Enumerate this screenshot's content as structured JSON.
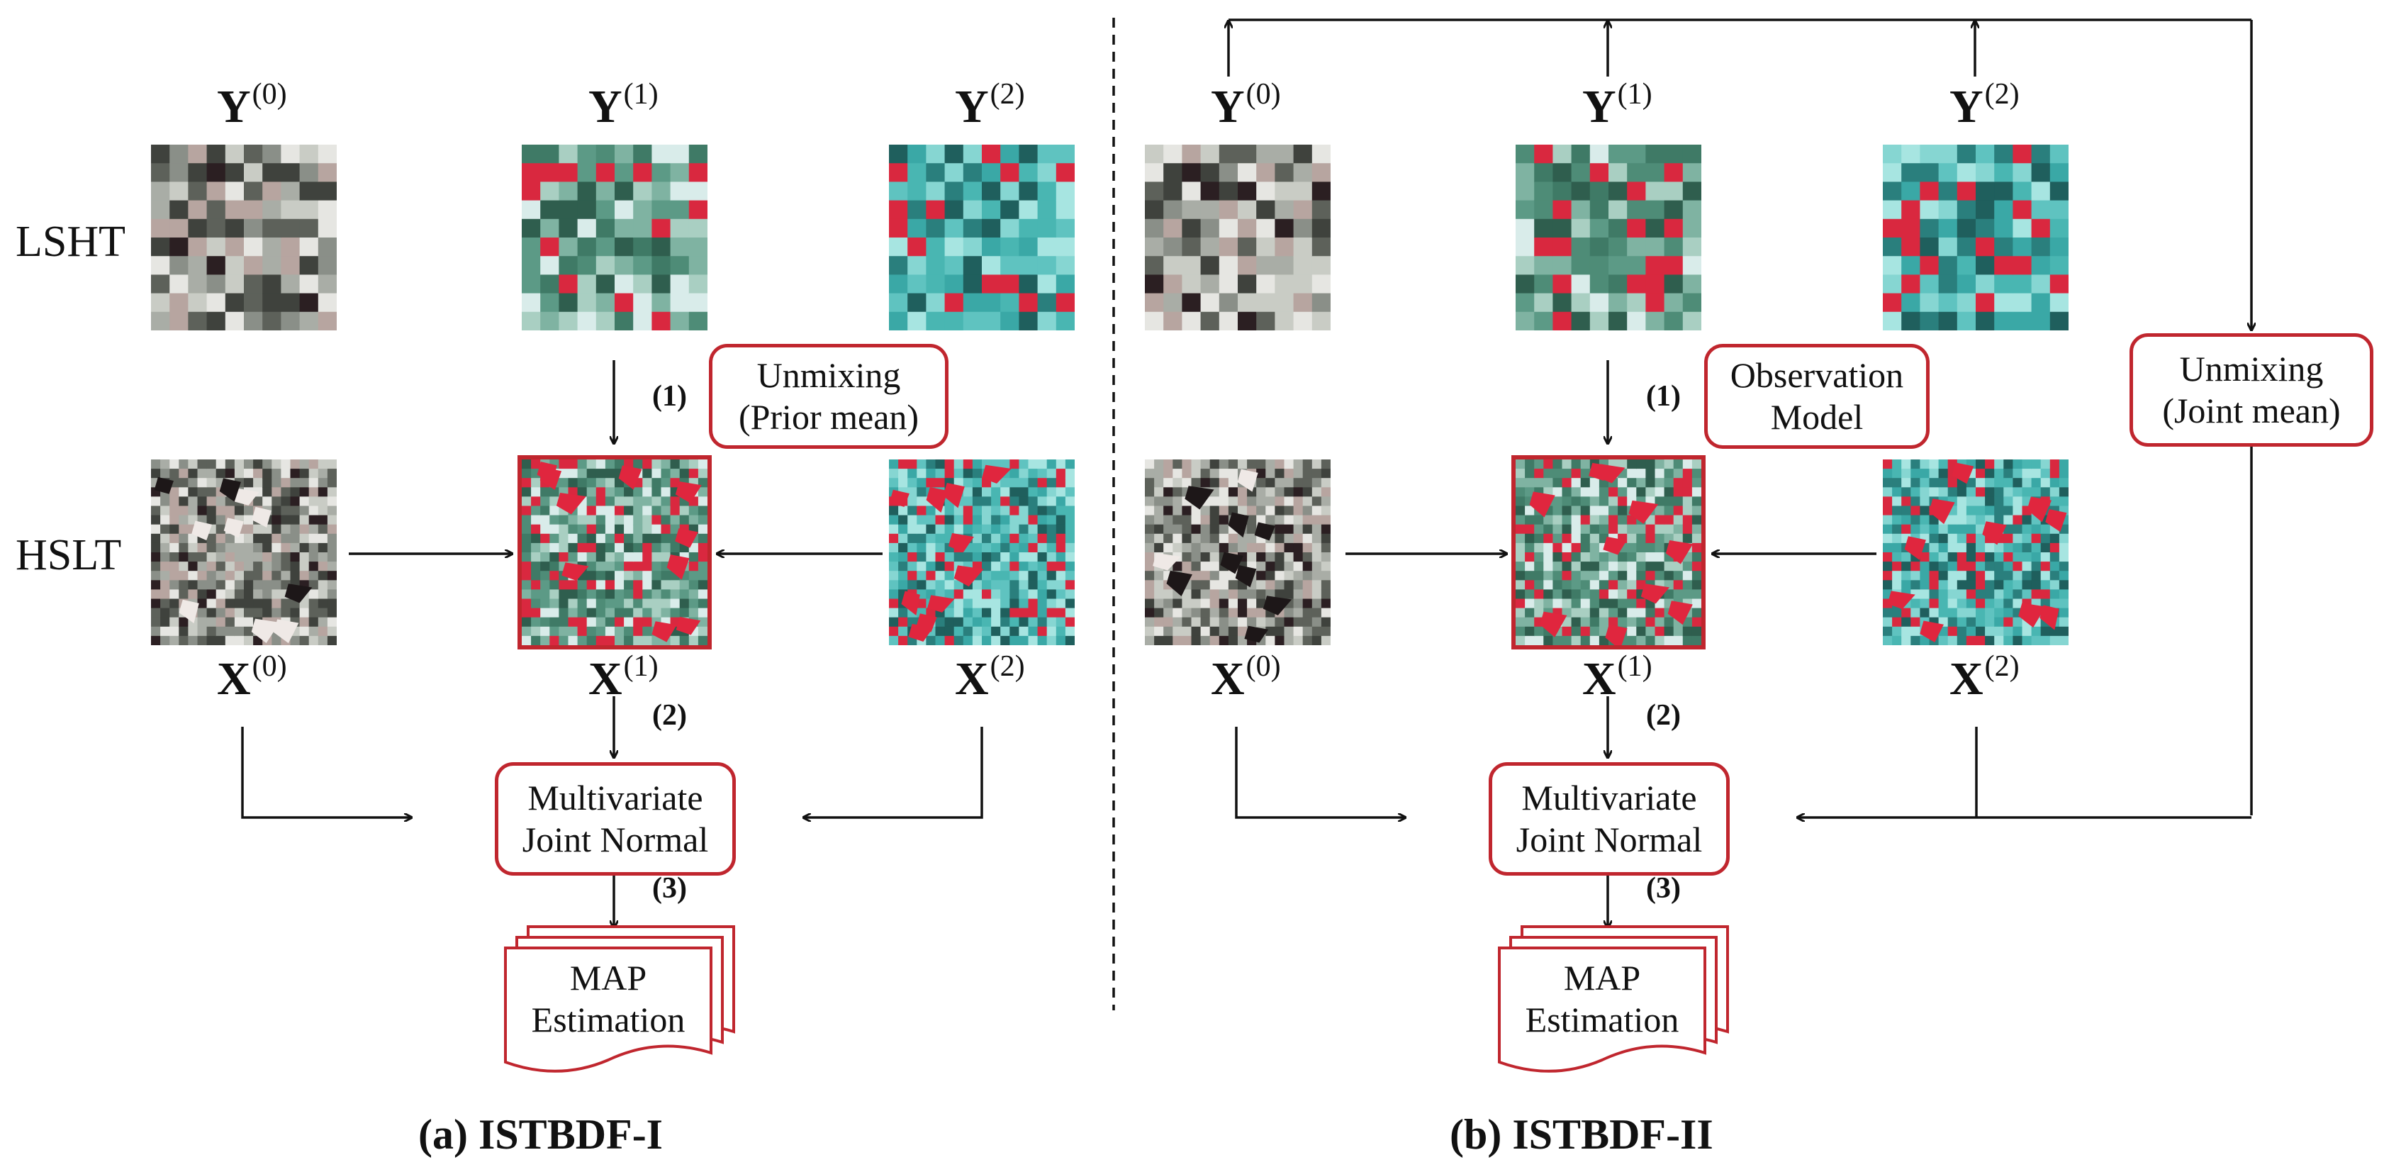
{
  "panels": [
    {
      "caption": "(a) ISTBDF-I",
      "y_vars": [
        {
          "base": "Y",
          "sup": "(0)"
        },
        {
          "base": "Y",
          "sup": "(1)"
        },
        {
          "base": "Y",
          "sup": "(2)"
        }
      ],
      "x_vars": [
        {
          "base": "X",
          "sup": "(0)"
        },
        {
          "base": "X",
          "sup": "(1)"
        },
        {
          "base": "X",
          "sup": "(2)"
        }
      ],
      "row_labels": {
        "top": "LSHT",
        "bottom": "HSLT"
      },
      "step_labels": [
        "(1)",
        "(2)",
        "(3)"
      ],
      "box_top": [
        "Unmixing",
        "(Prior mean)"
      ],
      "box_normal": [
        "Multivariate",
        "Joint Normal"
      ],
      "doc": [
        "MAP",
        "Estimation"
      ]
    },
    {
      "caption": "(b) ISTBDF-II",
      "y_vars": [
        {
          "base": "Y",
          "sup": "(0)"
        },
        {
          "base": "Y",
          "sup": "(1)"
        },
        {
          "base": "Y",
          "sup": "(2)"
        }
      ],
      "x_vars": [
        {
          "base": "X",
          "sup": "(0)"
        },
        {
          "base": "X",
          "sup": "(1)"
        },
        {
          "base": "X",
          "sup": "(2)"
        }
      ],
      "step_labels": [
        "(1)",
        "(2)",
        "(3)"
      ],
      "box_top": [
        "Observation",
        "Model"
      ],
      "box_side": [
        "Unmixing",
        "(Joint mean)"
      ],
      "box_normal": [
        "Multivariate",
        "Joint Normal"
      ],
      "doc": [
        "MAP",
        "Estimation"
      ]
    }
  ],
  "colors": {
    "accent": "#c0262e",
    "line": "#111111"
  }
}
